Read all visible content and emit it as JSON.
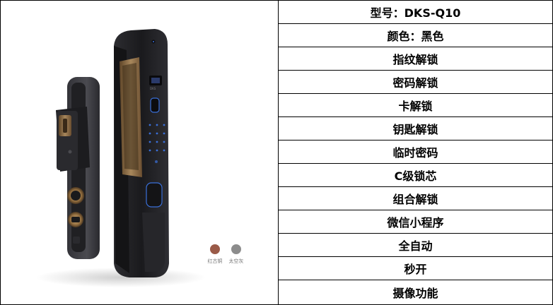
{
  "specs": [
    "型号：DKS-Q10",
    "颜色：黑色",
    "指纹解锁",
    "密码解锁",
    "卡解锁",
    "钥匙解锁",
    "临时密码",
    "C级锁芯",
    "组合解锁",
    "微信小程序",
    "全自动",
    "秒开",
    "摄像功能"
  ],
  "product_image": {
    "swatches": [
      {
        "label": "红古铜",
        "color": "#9a5a48"
      },
      {
        "label": "太空灰",
        "color": "#8c8c8c"
      }
    ],
    "lock_colors": {
      "body": "#1f1f22",
      "body_highlight": "#3a3a3e",
      "gold_panel": "#8a6a45",
      "keypad_light": "#3a6fd8"
    }
  }
}
